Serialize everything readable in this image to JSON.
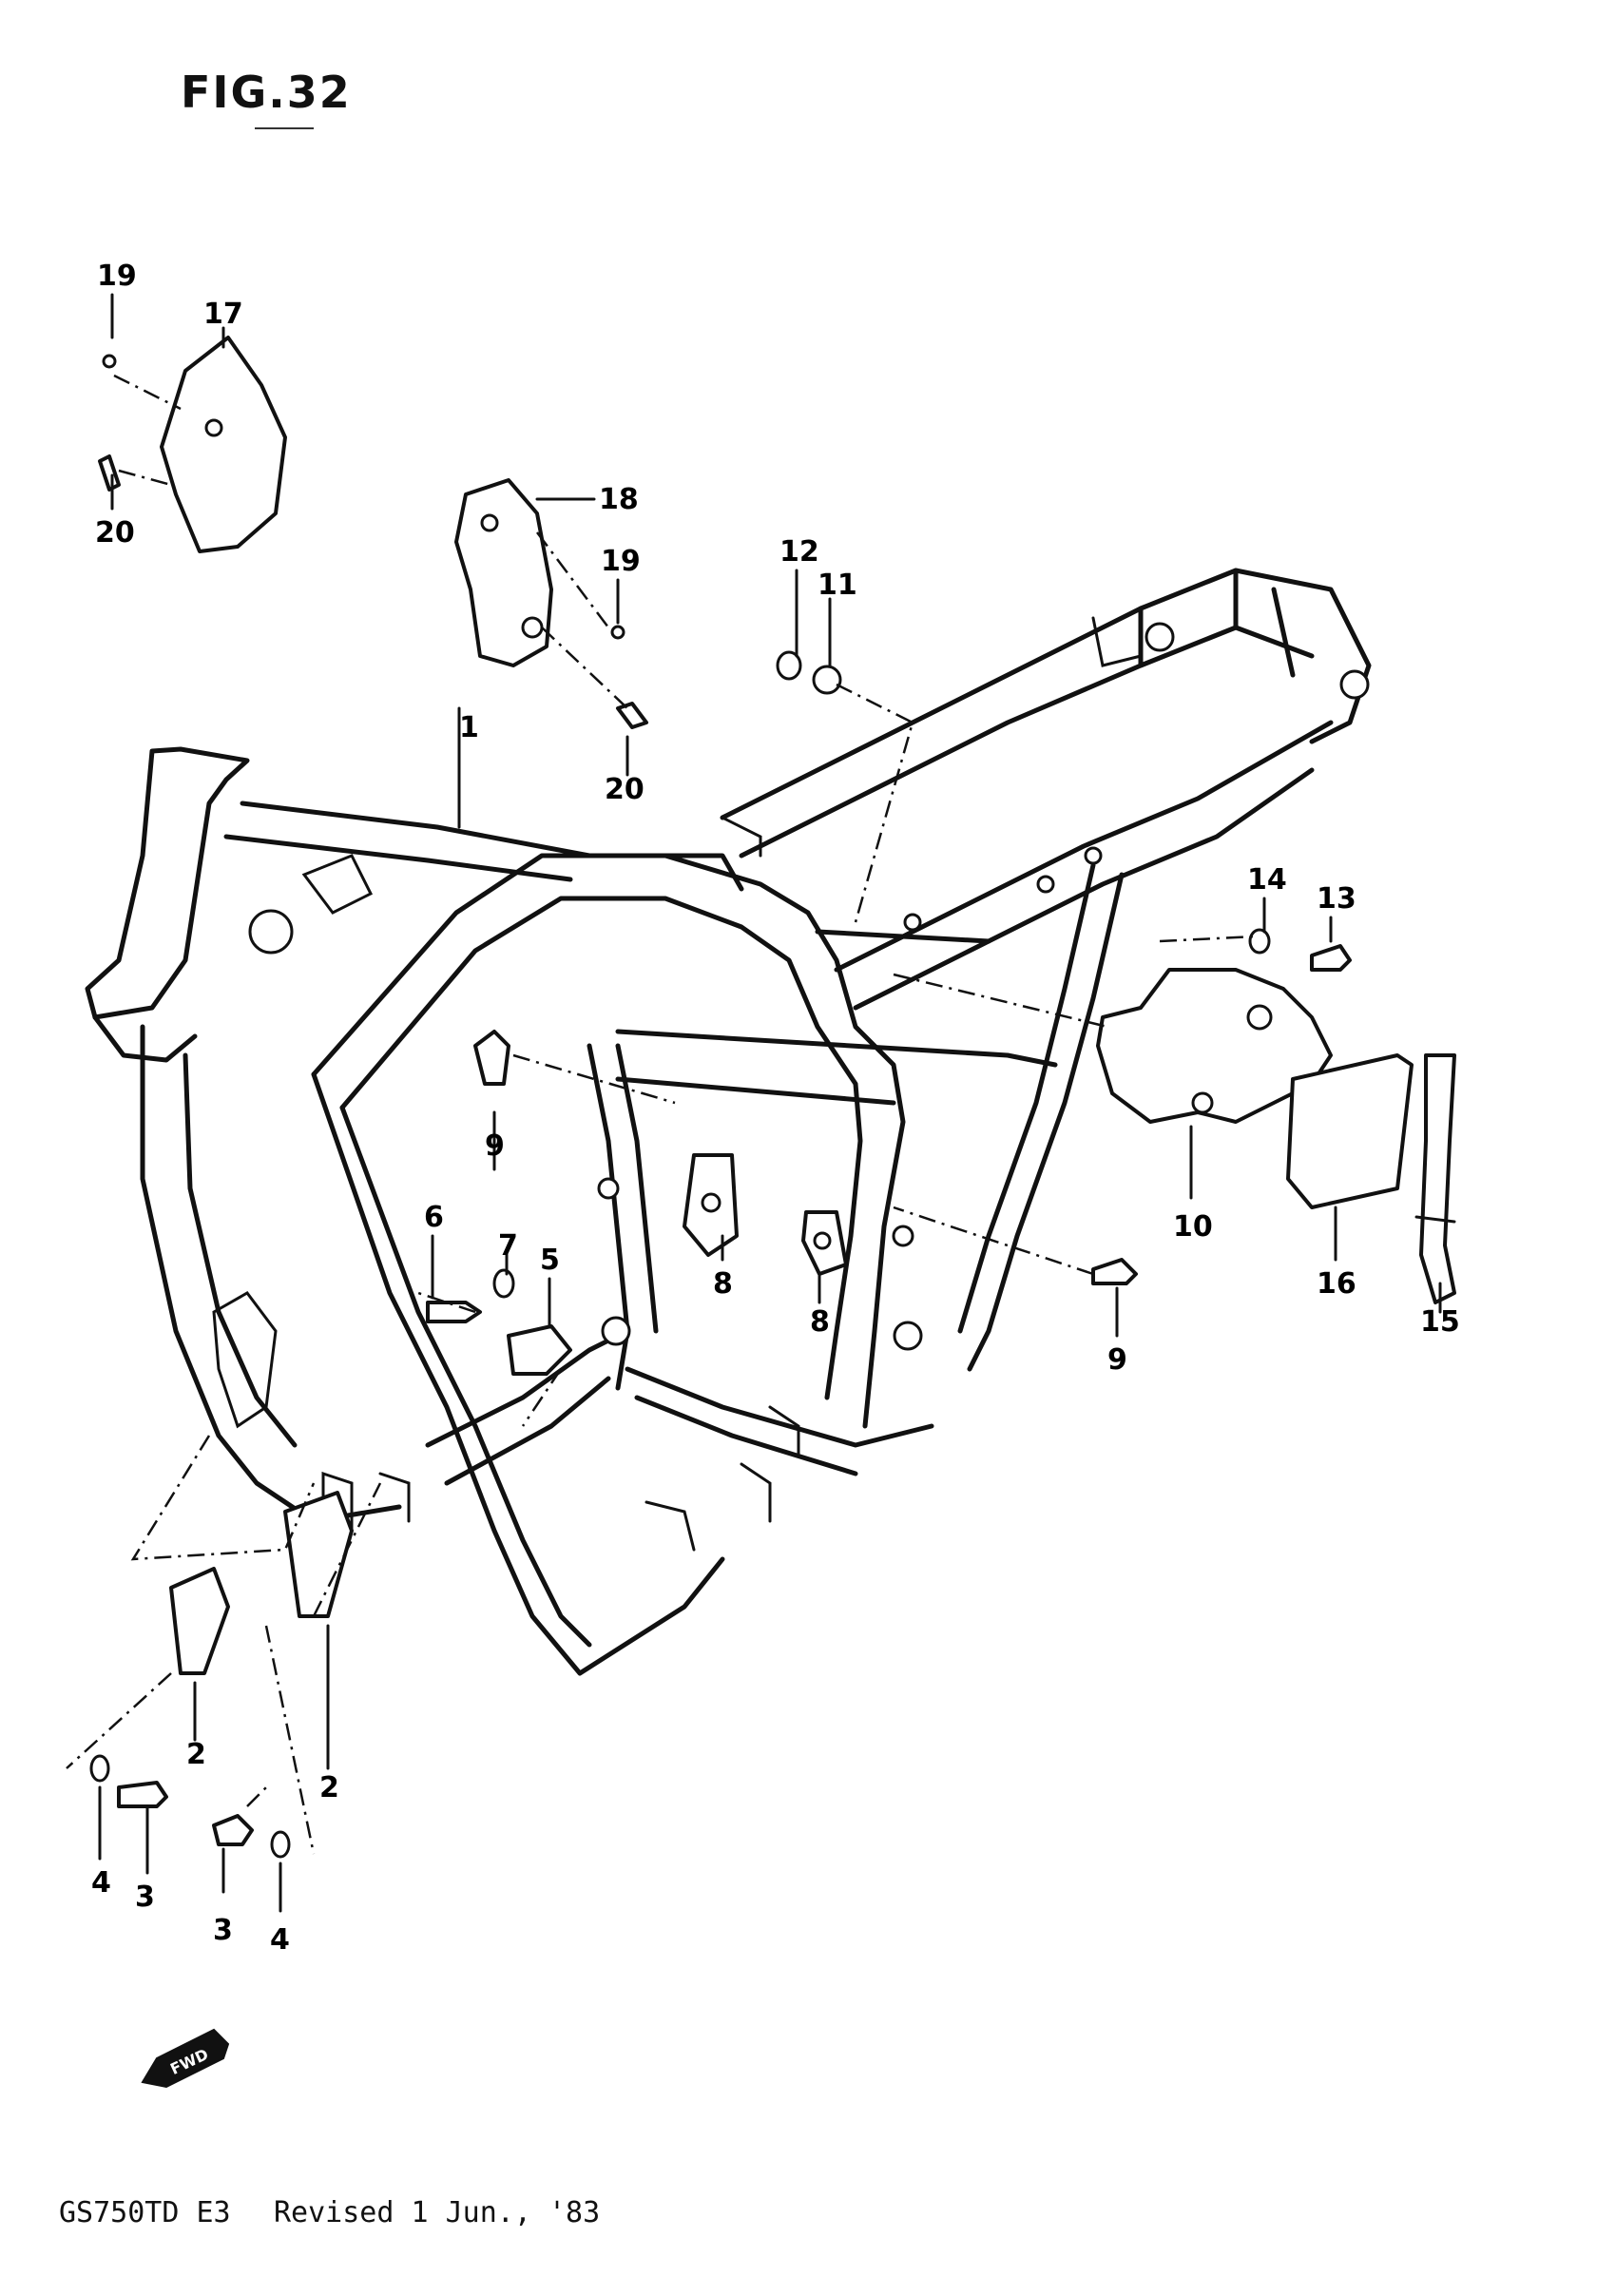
{
  "figure": {
    "title": "FIG.32"
  },
  "footer": {
    "model": "GS750TD E3",
    "revision": "Revised 1 Jun., '83"
  },
  "fwd_arrow": {
    "label": "FWD"
  },
  "callouts": [
    {
      "num": "1"
    },
    {
      "num": "2"
    },
    {
      "num": "2"
    },
    {
      "num": "3"
    },
    {
      "num": "3"
    },
    {
      "num": "4"
    },
    {
      "num": "4"
    },
    {
      "num": "5"
    },
    {
      "num": "6"
    },
    {
      "num": "7"
    },
    {
      "num": "8"
    },
    {
      "num": "8"
    },
    {
      "num": "9"
    },
    {
      "num": "9"
    },
    {
      "num": "10"
    },
    {
      "num": "11"
    },
    {
      "num": "12"
    },
    {
      "num": "13"
    },
    {
      "num": "14"
    },
    {
      "num": "15"
    },
    {
      "num": "16"
    },
    {
      "num": "17"
    },
    {
      "num": "18"
    },
    {
      "num": "19"
    },
    {
      "num": "19"
    },
    {
      "num": "20"
    },
    {
      "num": "20"
    }
  ]
}
